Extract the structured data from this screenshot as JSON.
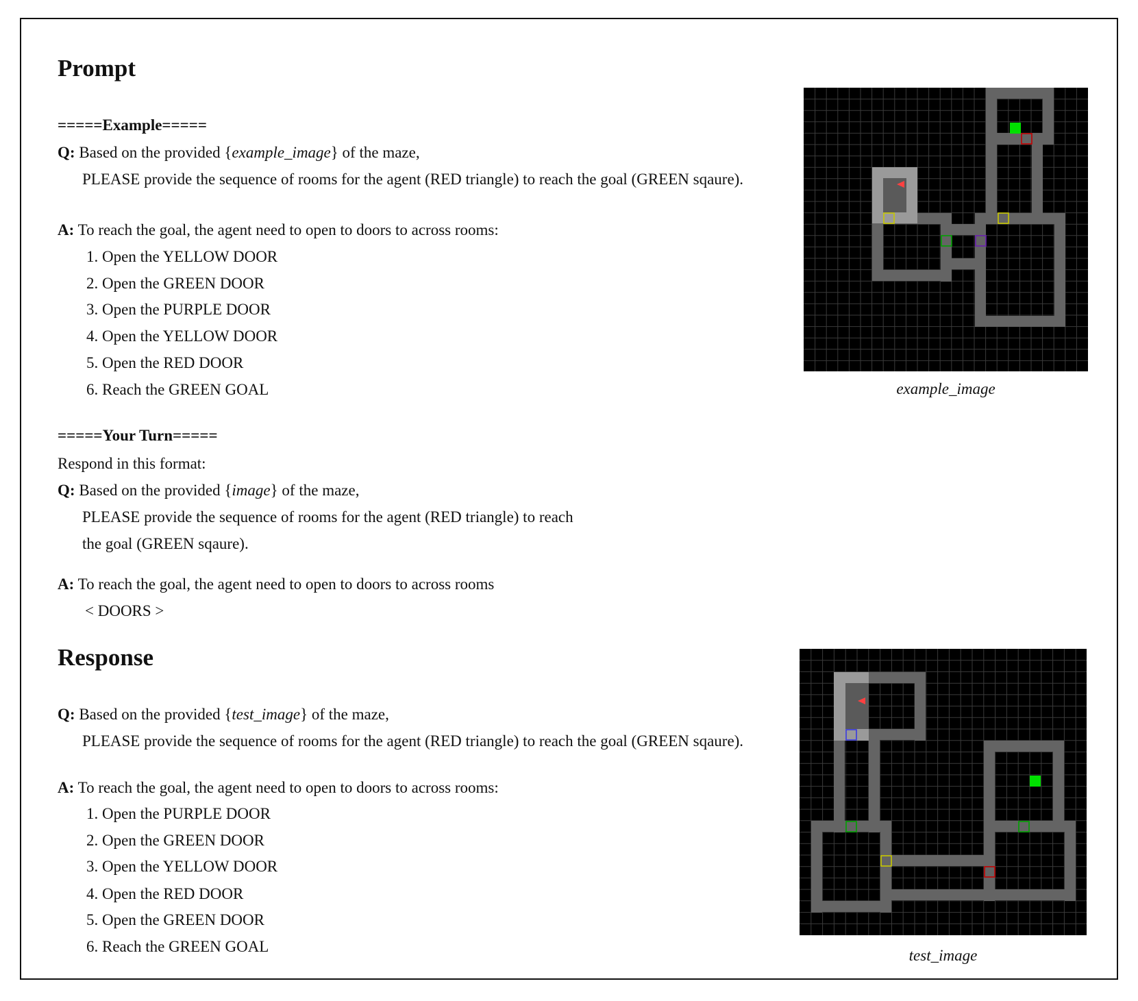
{
  "prompt": {
    "heading": "Prompt",
    "example_header": "=====Example=====",
    "q_label": "Q:",
    "q_text_before": "Based on the provided {",
    "q_image_ref": "example_image",
    "q_text_after": "} of the maze,",
    "q_line2": "PLEASE provide the sequence of rooms for the agent (RED triangle) to reach the goal (GREEN sqaure).",
    "a_label": "A:",
    "a_text": "To reach the goal, the agent need to open to doors to across rooms:",
    "steps": [
      "1. Open the YELLOW DOOR",
      "2. Open the GREEN DOOR",
      "3. Open the PURPLE DOOR",
      "4. Open the YELLOW DOOR",
      "5. Open the RED DOOR",
      "6. Reach the GREEN GOAL"
    ],
    "your_turn_header": "=====Your Turn=====",
    "respond_line": "Respond in this format:",
    "q2_text_before": "Based on the provided {",
    "q2_image_ref": "image",
    "q2_text_after": "} of the maze,",
    "q2_line2": "PLEASE provide the sequence of rooms for the agent (RED triangle) to reach",
    "q2_line3": "the goal (GREEN sqaure).",
    "a2_text": "To reach the goal, the agent need to open to doors to across rooms",
    "a2_placeholder": "< DOORS >",
    "image_caption": "example_image"
  },
  "response": {
    "heading": "Response",
    "q_label": "Q:",
    "q_text_before": "Based on the provided {",
    "q_image_ref": "test_image",
    "q_text_after": "} of the maze,",
    "q_line2": "PLEASE provide the sequence of rooms for the agent (RED triangle) to reach the goal (GREEN sqaure).",
    "a_label": "A:",
    "a_text": "To reach the goal, the agent need to open to doors to across rooms:",
    "steps": [
      "1. Open the PURPLE DOOR",
      "2. Open the GREEN DOOR",
      "3. Open the YELLOW DOOR",
      "4. Open the RED DOOR",
      "5. Open the GREEN DOOR",
      "6. Reach the GREEN GOAL"
    ],
    "image_caption": "test_image"
  },
  "colors": {
    "maze_background": "#000000",
    "wall": "#646464",
    "agent": "#ff4040",
    "goal": "#00e000",
    "door_yellow": "#c8c800",
    "door_green": "#00a000",
    "door_purple": "#6a1fb0",
    "door_red": "#c00000",
    "door_blue": "#3a3ae0"
  }
}
